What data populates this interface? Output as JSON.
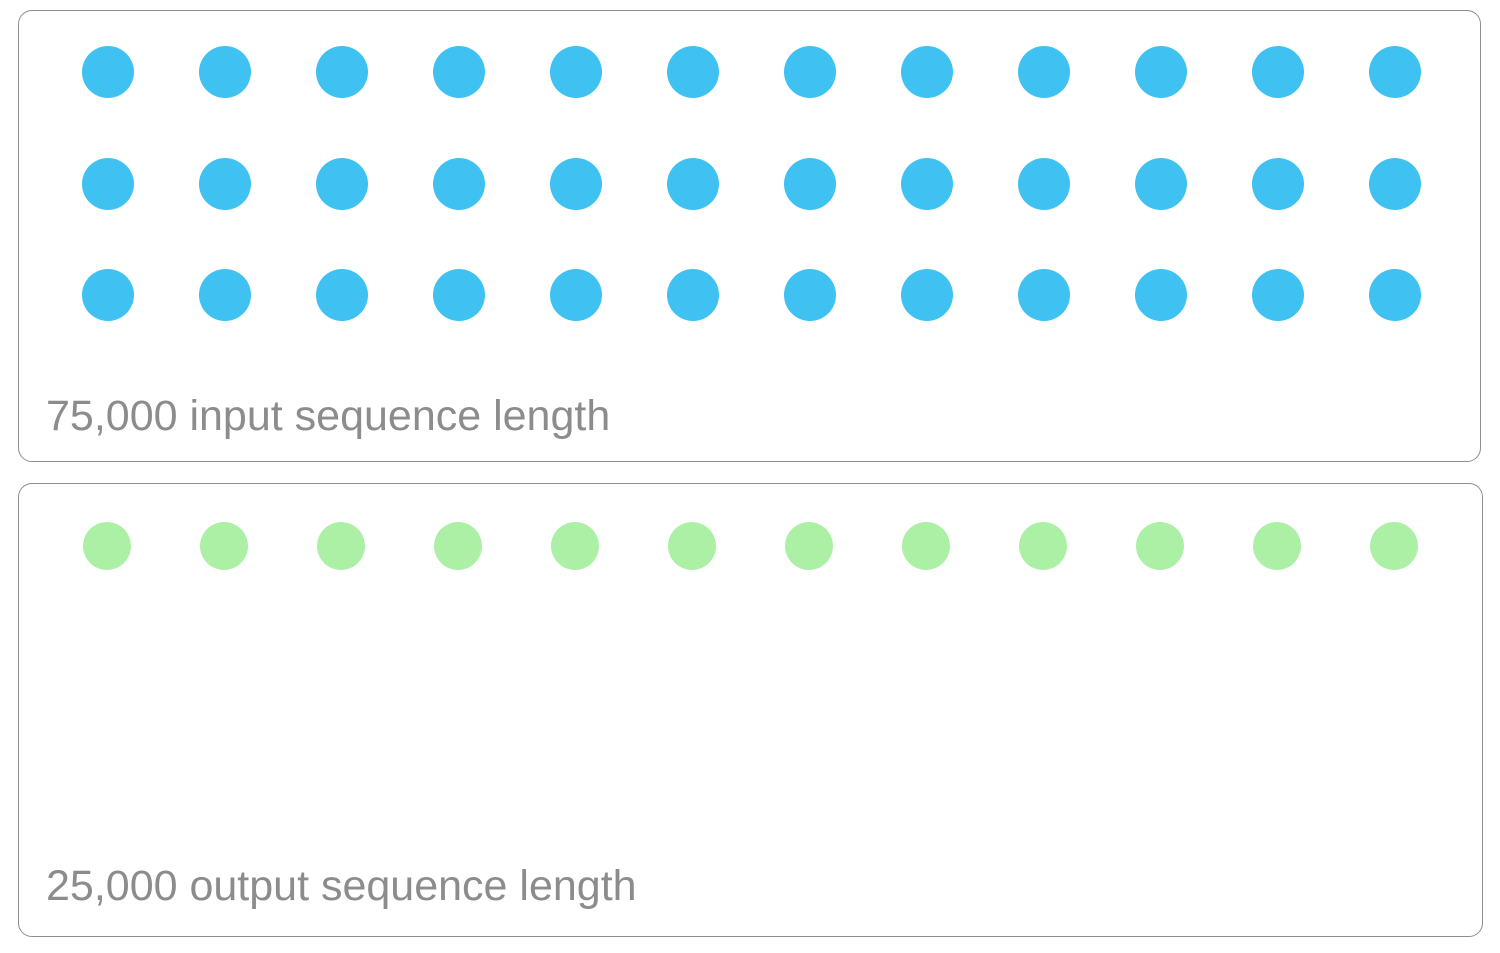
{
  "theme": {
    "background_color": "#ffffff",
    "panel_border_color": "#8E8E8E",
    "label_text_color": "#8C8C8C"
  },
  "panels": [
    {
      "id": "input",
      "label": "75,000 input sequence length",
      "dot_color": "#3FC1F2",
      "dot_rows": 3,
      "dot_cols": 12,
      "total_dots": 36,
      "sequence_length": 75000,
      "role": "input"
    },
    {
      "id": "output",
      "label": "25,000 output sequence length",
      "dot_color": "#ACF0A6",
      "dot_rows": 1,
      "dot_cols": 12,
      "total_dots": 12,
      "sequence_length": 25000,
      "role": "output"
    }
  ]
}
